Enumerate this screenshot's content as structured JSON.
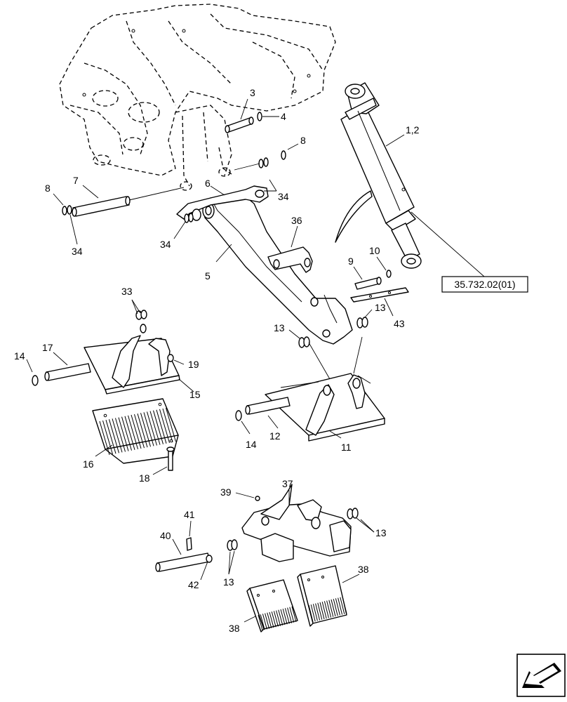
{
  "labels": {
    "l3": "3",
    "l4": "4",
    "l8a": "8",
    "l8b": "8",
    "l7": "7",
    "l6": "6",
    "l34a": "34",
    "l34b": "34",
    "l34c": "34",
    "l12c": "1,2",
    "l5": "5",
    "l36": "36",
    "l9": "9",
    "l10": "10",
    "l13a": "13",
    "l13b": "13",
    "l13c": "13",
    "l13d": "13",
    "l43": "43",
    "l33": "33",
    "l14a": "14",
    "l17": "17",
    "l19": "19",
    "l15": "15",
    "l16": "16",
    "l18": "18",
    "l14b": "14",
    "l12": "12",
    "l11": "11",
    "l39": "39",
    "l37": "37",
    "l41": "41",
    "l40": "40",
    "l42": "42",
    "l38a": "38",
    "l38b": "38"
  },
  "reference": "35.732.02(01)",
  "icons": {
    "nav": "arrow-navigation-icon"
  }
}
